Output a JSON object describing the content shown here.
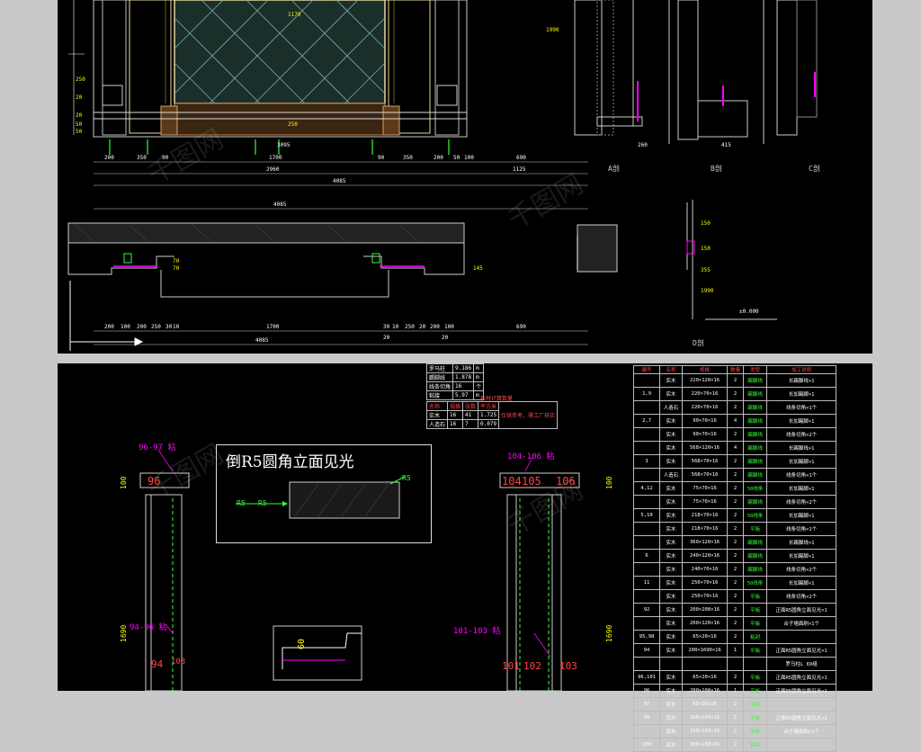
{
  "top": {
    "dims_row1": [
      "200",
      "350",
      "90",
      "1700",
      "90",
      "350",
      "200",
      "50",
      "100",
      "690"
    ],
    "dims_row2": [
      "2960",
      "1125"
    ],
    "dims_row3": "4085",
    "dims_row4": "4085",
    "dim_left_vert": [
      "250",
      "20",
      "20",
      "50",
      "50"
    ],
    "dim_1990": "1990",
    "dim_1170": "1170",
    "dim_3095": "3095",
    "dim_250": "250",
    "dim_415": "415",
    "section_labels": [
      "A剖",
      "B剖",
      "C剖",
      "D剖"
    ],
    "plan_dims": [
      "200",
      "100",
      "200",
      "250",
      "30",
      "10",
      "1700",
      "30",
      "10",
      "250",
      "20",
      "200",
      "100",
      "690"
    ],
    "plan_bottom": [
      "4085",
      "20",
      "20"
    ],
    "plan_vert": [
      "70",
      "70",
      "145"
    ],
    "detail_vert": [
      "150",
      "150",
      "355",
      "1990"
    ],
    "elevation_zero": "±0.000"
  },
  "note": {
    "title": "倒R5圆角立面见光",
    "r5_left": "R5",
    "r5_mid": "R5",
    "r5_right": "R5"
  },
  "left_piece": {
    "label_top": "96-97 粘",
    "num": "96",
    "dim_100": "100",
    "dim_1690": "1690",
    "label_mid": "94-96 粘",
    "num_bottom": "94",
    "num_side": "103"
  },
  "right_piece": {
    "label_top": "104-106 粘",
    "nums": [
      "104",
      "105",
      "106"
    ],
    "dim_100": "100",
    "dim_1690": "1690",
    "label_mid": "101-103 粘",
    "nums_bottom": [
      "101",
      "102",
      "103"
    ]
  },
  "mini_detail": {
    "dim": "60"
  },
  "materials_table": {
    "rows": [
      [
        "罗马柱",
        "9.186",
        "m"
      ],
      [
        "踢脚线",
        "1.878",
        "m"
      ],
      [
        "线条切角",
        "16",
        "个"
      ],
      [
        "粘接",
        "5.97",
        "m"
      ]
    ],
    "sub_title": "板材计算数量",
    "sub_rows": [
      [
        "名称",
        "规格",
        "张数",
        "平方米"
      ],
      [
        "实木",
        "16",
        "41",
        "1.725"
      ],
      [
        "人造石",
        "16",
        "7",
        "0.079"
      ]
    ],
    "note": "仅供参考，需工厂核实"
  },
  "parts_table": {
    "header": [
      "编号",
      "名称",
      "规格",
      "数量",
      "类型",
      "加工说明"
    ],
    "rows": [
      [
        "",
        "实木",
        "220×120×16",
        "2",
        "踢脚线",
        "长踢脚线×1"
      ],
      [
        "1,9",
        "实木",
        "220×70×16",
        "2",
        "踢脚线",
        "长加踢脚×1"
      ],
      [
        "",
        "人造石",
        "220×70×16",
        "2",
        "踢脚线",
        "线条切角×1个"
      ],
      [
        "2,7",
        "实木",
        "90×70×16",
        "4",
        "踢脚线",
        "长加踢脚×1"
      ],
      [
        "",
        "实木",
        "90×70×16",
        "2",
        "踢脚线",
        "线条切角×2个"
      ],
      [
        "",
        "实木",
        "568×120×16",
        "4",
        "踢脚线",
        "长踢脚线×1"
      ],
      [
        "3",
        "实木",
        "568×70×16",
        "2",
        "踢脚线",
        "长加踢脚×1"
      ],
      [
        "",
        "人造石",
        "568×70×16",
        "2",
        "踢脚线",
        "线条切角×1个"
      ],
      [
        "4,12",
        "实木",
        "75×70×16",
        "2",
        "50线条",
        "长加踢脚×1"
      ],
      [
        "",
        "实木",
        "75×70×16",
        "2",
        "踢脚线",
        "线条切角×2个"
      ],
      [
        "5,10",
        "实木",
        "218×70×16",
        "2",
        "50线条",
        "长加踢脚×1"
      ],
      [
        "",
        "实木",
        "218×70×16",
        "2",
        "平板",
        "线条切角×1个"
      ],
      [
        "",
        "实木",
        "360×120×16",
        "2",
        "踢脚线",
        "长踢脚线×1"
      ],
      [
        "6",
        "实木",
        "240×120×16",
        "2",
        "踢脚线",
        "长加踢脚×1"
      ],
      [
        "",
        "实木",
        "240×70×16",
        "2",
        "踢脚线",
        "线条切角×2个"
      ],
      [
        "11",
        "实木",
        "250×70×16",
        "2",
        "50线条",
        "长加踢脚×1"
      ],
      [
        "",
        "实木",
        "250×70×16",
        "2",
        "平板",
        "线条切角×2个"
      ],
      [
        "92",
        "实木",
        "200×200×16",
        "2",
        "平板",
        "正面R5圆角立面见光×1"
      ],
      [
        "",
        "实木",
        "200×120×16",
        "2",
        "平板",
        "合子墙面刷×1个"
      ],
      [
        "95,98",
        "实木",
        "65×20×16",
        "2",
        "粘封",
        ""
      ],
      [
        "94",
        "实木",
        "200×1690×16",
        "1",
        "平板",
        "正面R5圆角立面见光×1"
      ],
      [
        "",
        "",
        "",
        "",
        "",
        "罗马柱L 69组"
      ],
      [
        "96,101",
        "实木",
        "65×20×16",
        "2",
        "平板",
        "正面R5圆角立面见光×1"
      ],
      [
        "96",
        "实木",
        "200×100×16",
        "1",
        "平板",
        "正面R5圆角立面见光×1"
      ],
      [
        "97",
        "实木",
        "65×20×16",
        "2",
        "平板",
        ""
      ],
      [
        "99",
        "实木",
        "200×200×16",
        "2",
        "平板",
        "正面R5圆角立面见光×2"
      ],
      [
        "",
        "实木",
        "150×150×16",
        "2",
        "平板",
        "合子墙面刷×1个"
      ],
      [
        "100",
        "实木",
        "200×150×16",
        "2",
        "粘封",
        ""
      ]
    ]
  },
  "watermark": "千图网"
}
